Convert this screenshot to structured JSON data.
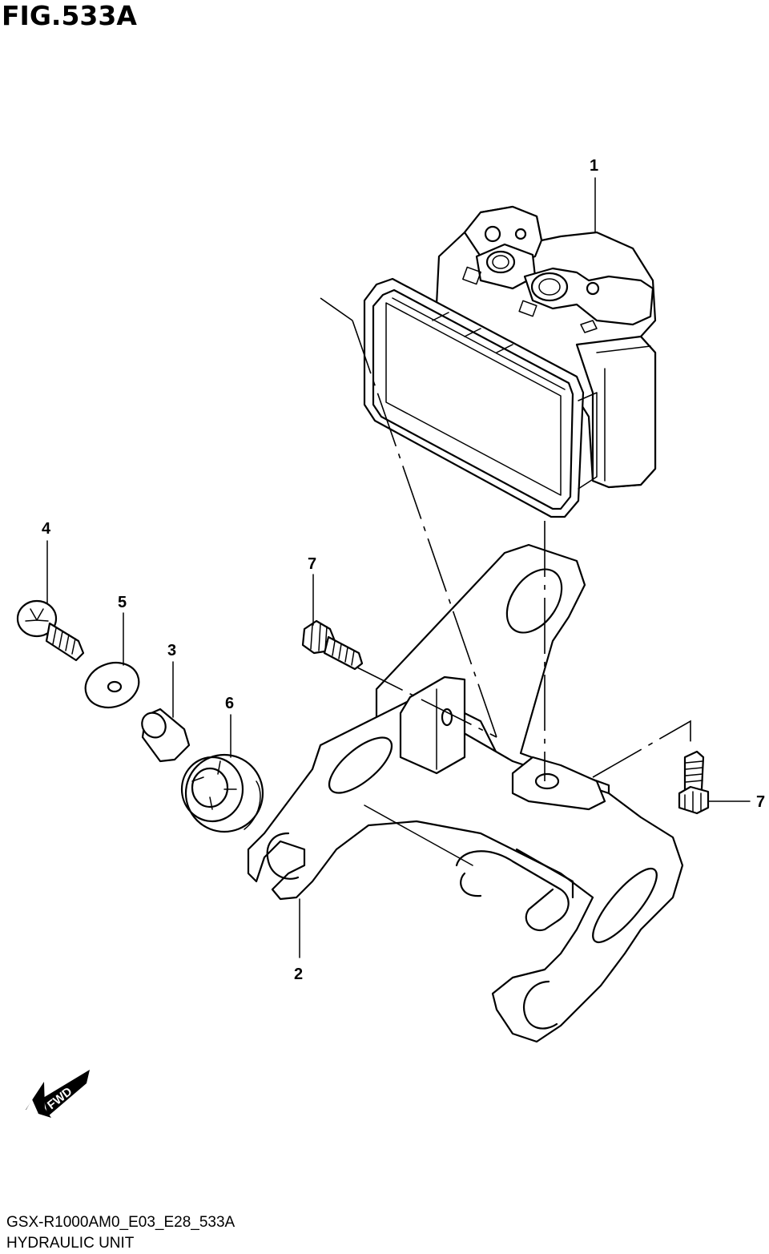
{
  "figure": {
    "title": "FIG.533A",
    "model_code": "GSX-R1000AM0_E03_E28_533A",
    "name": "HYDRAULIC UNIT"
  },
  "callouts": [
    {
      "id": "c1",
      "label": "1"
    },
    {
      "id": "c2",
      "label": "2"
    },
    {
      "id": "c3",
      "label": "3"
    },
    {
      "id": "c4",
      "label": "4"
    },
    {
      "id": "c5",
      "label": "5"
    },
    {
      "id": "c6",
      "label": "6"
    },
    {
      "id": "c7a",
      "label": "7"
    },
    {
      "id": "c7b",
      "label": "7"
    }
  ],
  "fwd_arrow": {
    "label": "FWD"
  },
  "parts": [
    "hydraulic-unit",
    "bracket",
    "spacer",
    "screw",
    "washer",
    "grommet",
    "bolt"
  ]
}
